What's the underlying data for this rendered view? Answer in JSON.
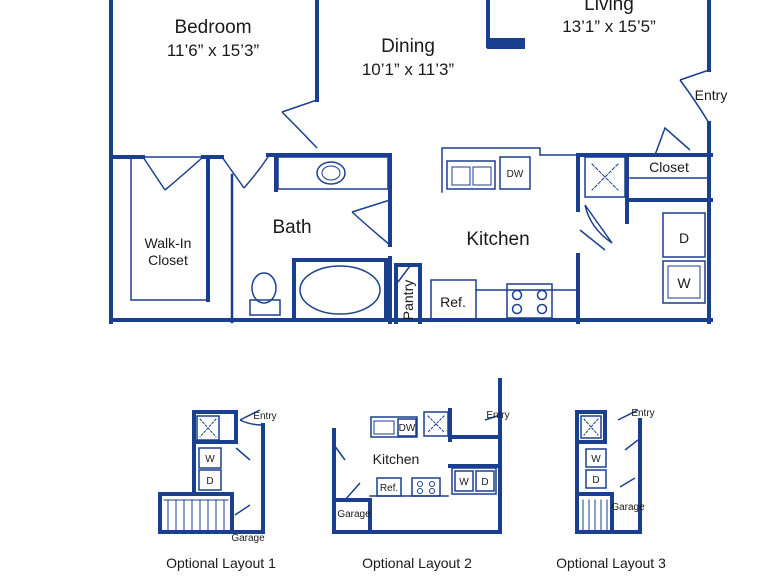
{
  "main_plan": {
    "rooms": {
      "bedroom": {
        "name": "Bedroom",
        "dims": "11’6” x 15’3”"
      },
      "dining": {
        "name": "Dining",
        "dims": "10’1” x 11’3”"
      },
      "living": {
        "name": "Living",
        "dims": "13’1” x 15’5”"
      },
      "bath": {
        "name": "Bath"
      },
      "kitchen": {
        "name": "Kitchen"
      },
      "walkin": {
        "line1": "Walk-In",
        "line2": "Closet"
      },
      "closet": {
        "name": "Closet"
      }
    },
    "labels": {
      "entry": "Entry",
      "dw": "DW",
      "ref": "Ref.",
      "pantry": "Pantry",
      "washer": "W",
      "dryer": "D"
    }
  },
  "optional_layouts": [
    {
      "title": "Optional Layout 1",
      "entry": "Entry",
      "garage": "Garage",
      "washer": "W",
      "dryer": "D"
    },
    {
      "title": "Optional Layout 2",
      "entry": "Entry",
      "garage": "Garage",
      "kitchen": "Kitchen",
      "dw": "DW",
      "ref": "Ref.",
      "washer": "W",
      "dryer": "D"
    },
    {
      "title": "Optional Layout 3",
      "entry": "Entry",
      "garage": "Garage",
      "washer": "W",
      "dryer": "D"
    }
  ],
  "colors": {
    "wall": "#1b3f8f",
    "text": "#1a1a1a",
    "background": "#ffffff"
  }
}
